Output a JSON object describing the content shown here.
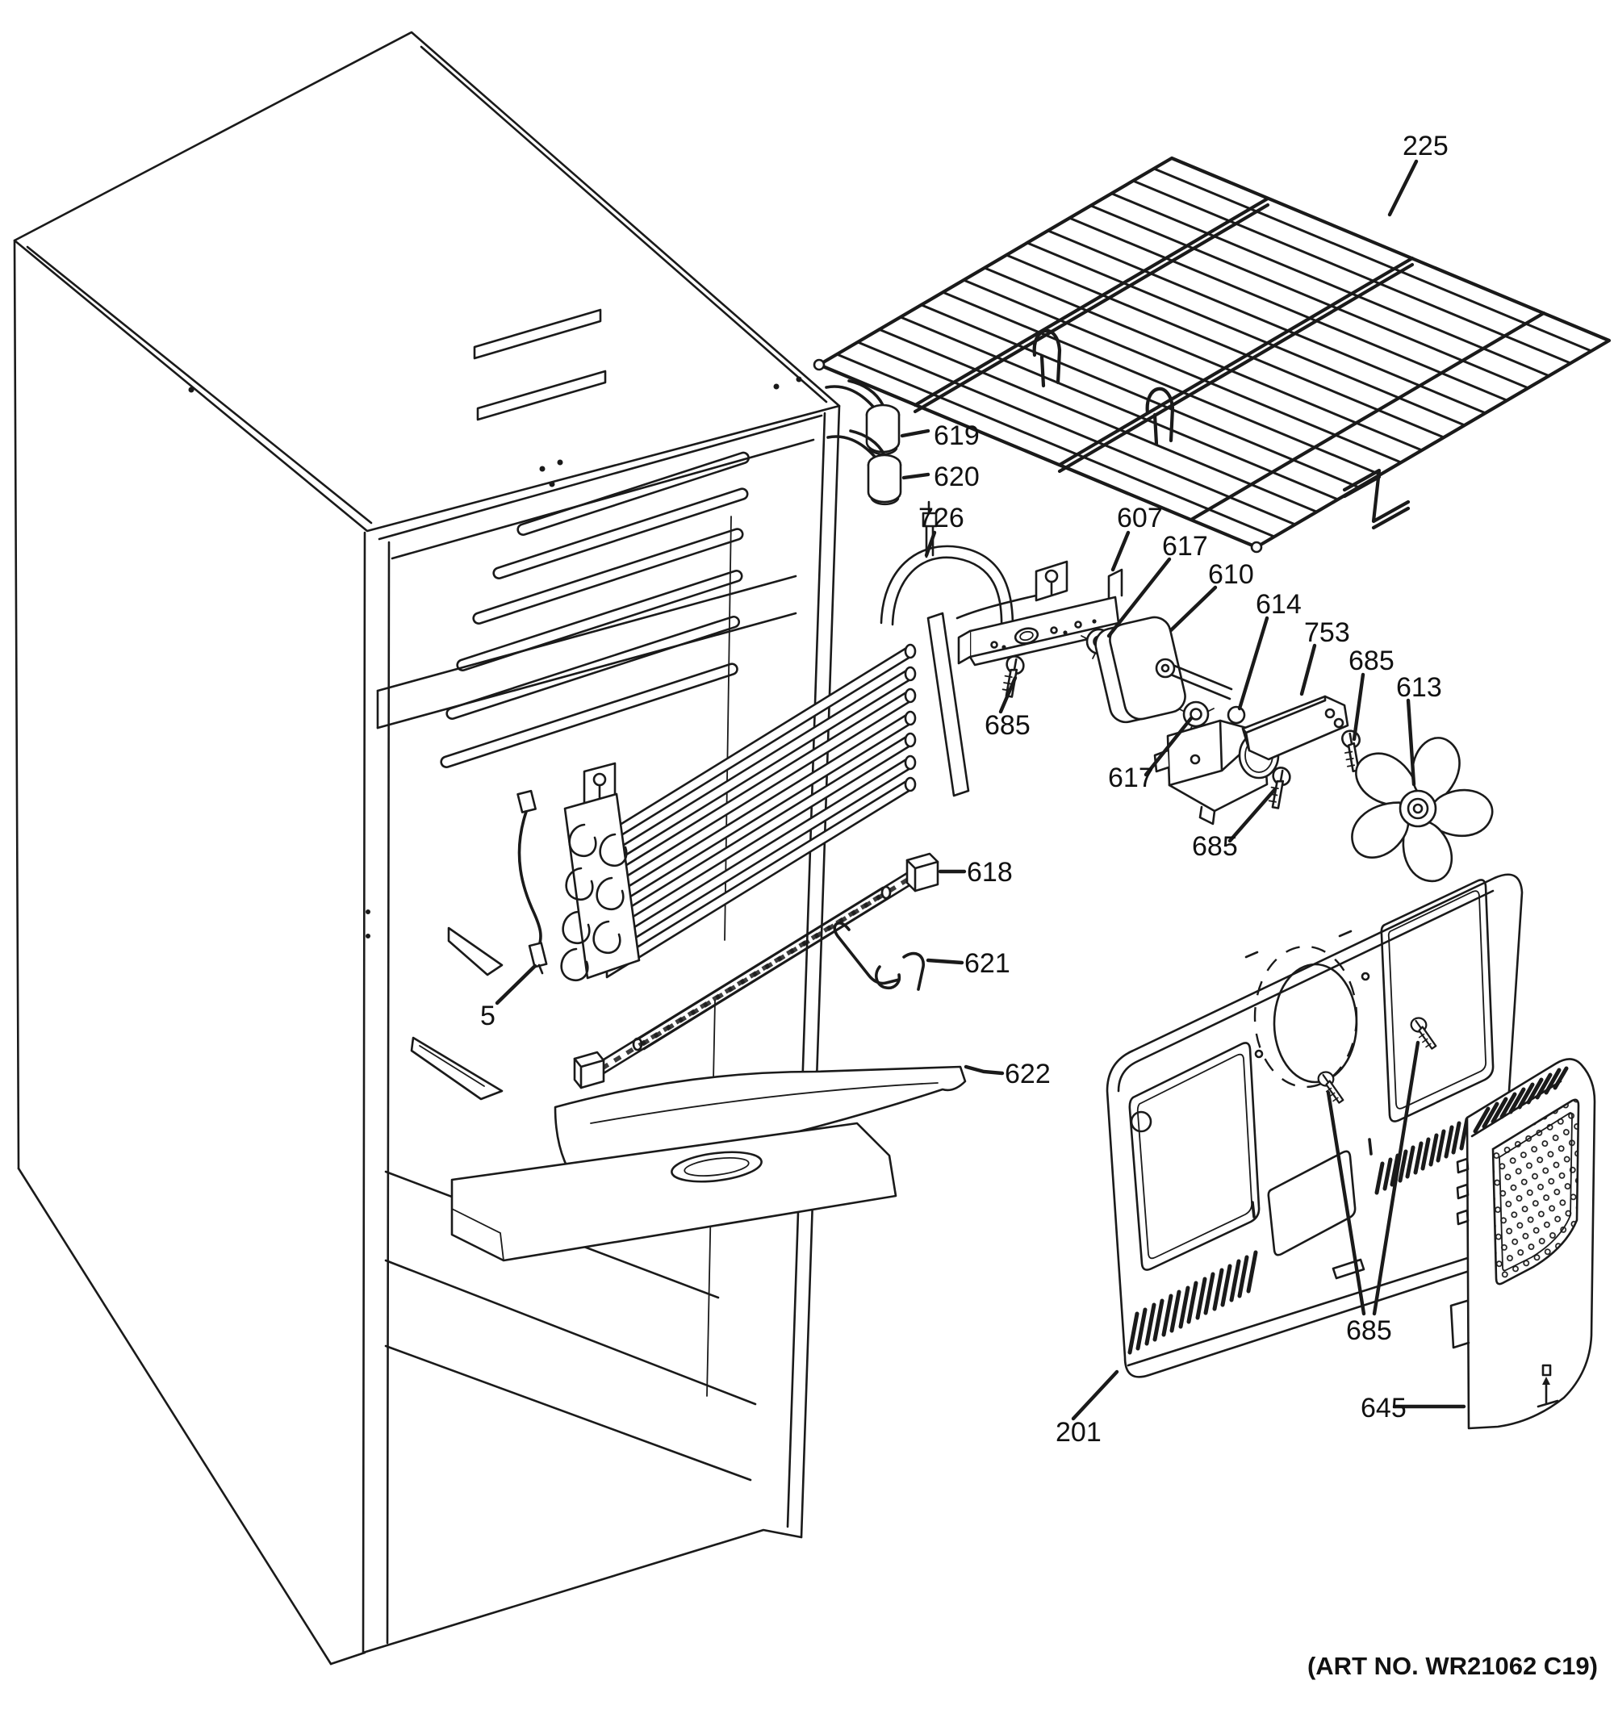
{
  "diagram": {
    "title_hidden": "",
    "background_color": "#ffffff",
    "line_color": "#1a1a1a",
    "art_no": "(ART NO. WR21062 C19)",
    "callouts": {
      "c225": {
        "label": "225"
      },
      "c619": {
        "label": "619"
      },
      "c620": {
        "label": "620"
      },
      "c726": {
        "label": "726"
      },
      "c607": {
        "label": "607"
      },
      "c617a": {
        "label": "617"
      },
      "c610": {
        "label": "610"
      },
      "c614": {
        "label": "614"
      },
      "c753": {
        "label": "753"
      },
      "c685a": {
        "label": "685"
      },
      "c685b": {
        "label": "685"
      },
      "c685c": {
        "label": "685"
      },
      "c685d": {
        "label": "685"
      },
      "c613": {
        "label": "613"
      },
      "c617b": {
        "label": "617"
      },
      "c618": {
        "label": "618"
      },
      "c621": {
        "label": "621"
      },
      "c622": {
        "label": "622"
      },
      "c5": {
        "label": "5"
      },
      "c201": {
        "label": "201"
      },
      "c645": {
        "label": "645"
      }
    }
  }
}
